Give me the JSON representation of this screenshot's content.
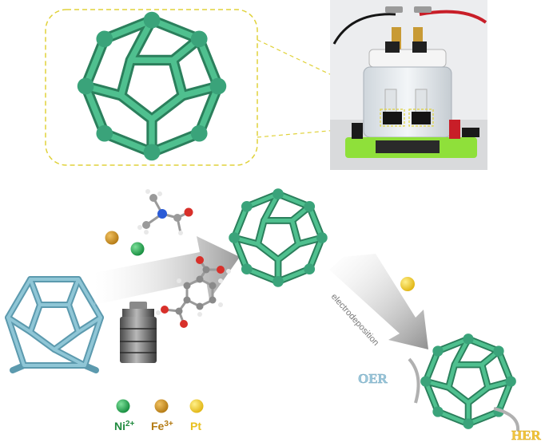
{
  "labels": {
    "arrow_process": "electrodeposition",
    "reaction_oer": "OER",
    "reaction_her": "HER"
  },
  "legend": [
    {
      "ion": "Ni",
      "charge": "2+",
      "color": "#1f9a4a",
      "text_color": "#1f8a3e"
    },
    {
      "ion": "Fe",
      "charge": "3+",
      "color": "#c8901e",
      "text_color": "#b37a12"
    },
    {
      "ion": "Pt",
      "charge": "",
      "color": "#f0c81a",
      "text_color": "#e8c020"
    }
  ],
  "colors": {
    "framework": "#3aa37a",
    "framework_dark": "#2b7f5c",
    "template": "#7fb6c6",
    "highlight_box": "#e0d23a",
    "oer": "#9cc8dc",
    "her": "#f2c53d",
    "arrow": "#bdbdbd"
  },
  "icons": [
    "nickel-ion-sphere-icon",
    "iron-ion-sphere-icon",
    "platinum-sphere-icon",
    "autoclave-icon",
    "electrochemical-cell-photo"
  ]
}
